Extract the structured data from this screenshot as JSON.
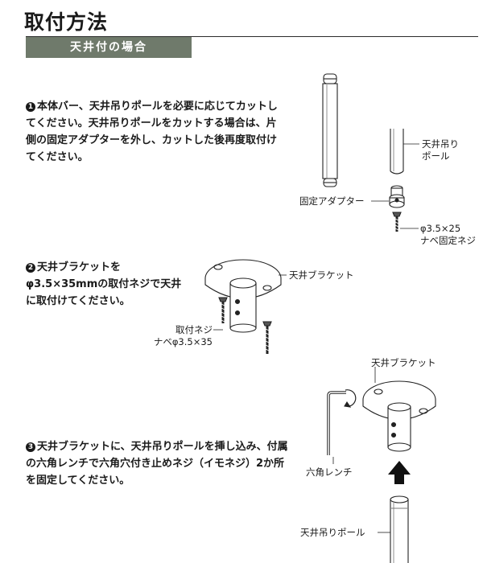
{
  "title": "取付方法",
  "section": "天井付の場合",
  "steps": [
    {
      "number": "1",
      "text": "本体バー、天井吊りポールを必要に応じてカットしてください。天井吊りポールをカットする場合は、片側の固定アダプターを外し、カットした後再度取付けてください。"
    },
    {
      "number": "2",
      "text": "天井ブラケットを φ3.5×35mmの取付ネジで天井に取付けてください。"
    },
    {
      "number": "3",
      "text": "天井ブラケットに、天井吊りポールを挿し込み、付属の六角レンチで六角穴付き止めネジ（イモネジ）2か所を固定してください。"
    }
  ],
  "labels": {
    "ceiling_pole_1": "天井吊り",
    "ceiling_pole_2": "ポール",
    "fixed_adapter": "固定アダプター",
    "screw_a_1": "φ3.5×25",
    "screw_a_2": "ナベ固定ネジ",
    "ceiling_bracket": "天井ブラケット",
    "mount_screw_1": "取付ネジ",
    "mount_screw_2": "ナベφ3.5×35",
    "ceiling_bracket_2": "天井ブラケット",
    "hex_wrench": "六角レンチ",
    "ceiling_pole_3": "天井吊りポール"
  }
}
